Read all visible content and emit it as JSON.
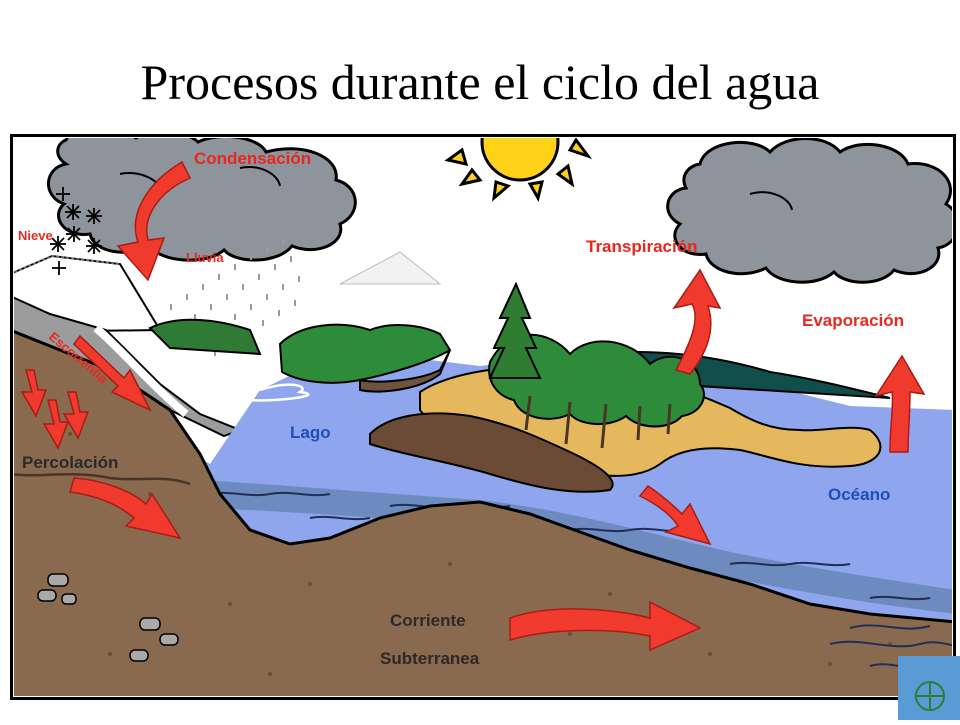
{
  "slide": {
    "title": "Procesos durante el ciclo del agua"
  },
  "diagram": {
    "labels": {
      "condensacion": "Condensación",
      "nieve": "Nieve",
      "lluvia": "Lluvia",
      "transpiracion": "Transpiración",
      "evaporacion": "Evaporación",
      "escorrentia": "Escorrentía",
      "lago": "Lago",
      "percolacion": "Percolación",
      "oceano": "Océano",
      "corriente": "Corriente",
      "subterranea": "Subterranea"
    },
    "colors": {
      "arrow": "#f03a2e",
      "cloud": "#8d949b",
      "water": "#8fa6ee",
      "soil": "#8a6a4e",
      "sand": "#e6b85e",
      "forest": "#2e7d32",
      "sun": "#ffd21a"
    }
  }
}
